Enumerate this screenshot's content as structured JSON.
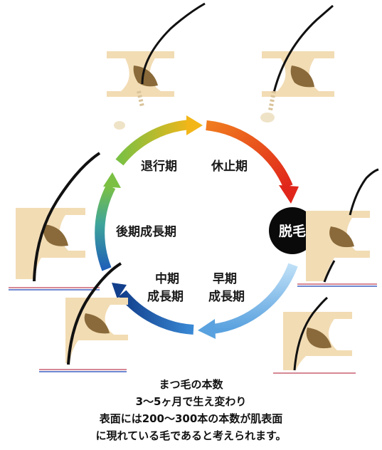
{
  "stages": {
    "taikou": "退行期",
    "kyuushi": "休止期",
    "koukiseichou": "後期成長期",
    "chuuki_line1": "中期",
    "chuuki_line2": "成長期",
    "souki_line1": "早期",
    "souki_line2": "成長期"
  },
  "depilation_label": "脱毛",
  "caption": {
    "line1": "まつ毛の本数",
    "line2": "3～5ヶ月で生え変わり",
    "line3": "表面には200～300本の本数が肌表面",
    "line4": "に現れている毛であると考えられます。"
  },
  "colors": {
    "arc_green": "#7bc043",
    "arc_yellow": "#f2b619",
    "arc_orange": "#f07c1e",
    "arc_red": "#e0261b",
    "arc_lightblue": "#8cc8ef",
    "arc_blue": "#1f5fb8",
    "arc_darkblue": "#123f8c",
    "arc_teal": "#3fa59a",
    "skin": "#f2dcb4",
    "follicle": "#c9a26b",
    "depil_circle": "#0a0a0a"
  }
}
